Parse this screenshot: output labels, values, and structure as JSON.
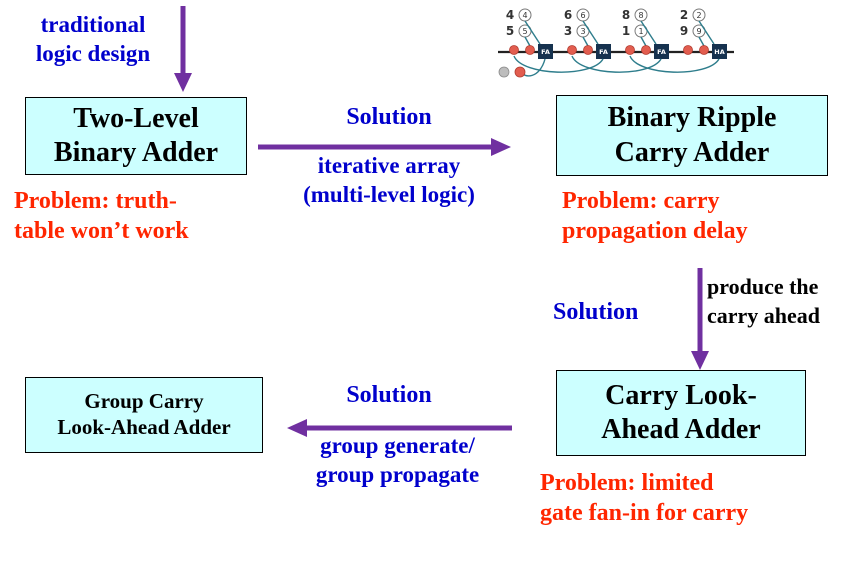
{
  "colors": {
    "box_fill": "#ccffff",
    "box_border": "#000000",
    "blue_text": "#0000cc",
    "red_text": "#ff2600",
    "arrow_purple": "#7030a0"
  },
  "labels": {
    "traditional_1": "traditional",
    "traditional_2": "logic design",
    "solution_iterative": "Solution",
    "iterative_1": "iterative array",
    "iterative_2": "(multi-level logic)",
    "problem_truth_1": "Problem:  truth-",
    "problem_truth_2": "table won’t work",
    "problem_carry_1": "Problem:  carry",
    "problem_carry_2": "propagation delay",
    "solution_lookahead": "Solution",
    "produce_1": "produce the",
    "produce_2": "carry ahead",
    "solution_group": "Solution",
    "group_1": "group generate/",
    "group_2": "group propagate",
    "problem_fanin_1": "Problem:  limited",
    "problem_fanin_2": "gate fan-in for carry"
  },
  "boxes": {
    "two_level_1": "Two-Level",
    "two_level_2": "Binary Adder",
    "ripple_1": "Binary Ripple",
    "ripple_2": "Carry Adder",
    "cla_1": "Carry Look-",
    "cla_2": "Ahead Adder",
    "group_cla_1": "Group Carry",
    "group_cla_2": "Look-Ahead Adder"
  },
  "circuit": {
    "cells": [
      {
        "a": "4",
        "b": "5",
        "ac": "4",
        "bc": "5",
        "unit": "FA"
      },
      {
        "a": "6",
        "b": "3",
        "ac": "6",
        "bc": "3",
        "unit": "FA"
      },
      {
        "a": "8",
        "b": "1",
        "ac": "8",
        "bc": "1",
        "unit": "FA"
      },
      {
        "a": "2",
        "b": "9",
        "ac": "2",
        "bc": "9",
        "unit": "HA"
      }
    ]
  }
}
